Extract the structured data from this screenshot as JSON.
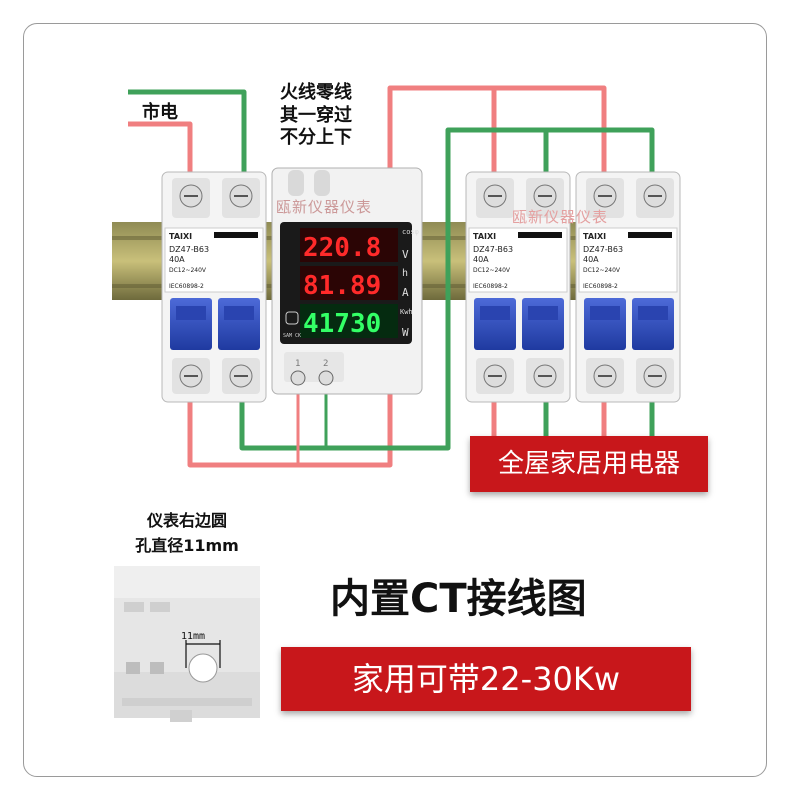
{
  "notes": {
    "top_lines": [
      "火线零线",
      "其一穿过",
      "不分上下"
    ],
    "mains": "市电",
    "hole_lines": [
      "仪表右边圆",
      "孔直径11mm"
    ],
    "hole_dim": "11mm"
  },
  "watermark": "瓯新仪器仪表",
  "meter": {
    "voltage": "220.8",
    "current": "81.89",
    "energy": "41730",
    "unit_v": "V",
    "unit_a": "A",
    "unit_w": "W",
    "unit_h": "h",
    "unit_kwh": "Kwh",
    "unit_cos": "cosφ",
    "terminal_1": "1",
    "terminal_2": "2",
    "button_label": "SAM CK"
  },
  "breaker": {
    "brand": "TAIXI",
    "model": "DZ47-B63",
    "rating": "40A",
    "spec": "DC12~240V",
    "standard": "IEC60898-2"
  },
  "banners": {
    "house": "全屋家居用电器",
    "title": "内置CT接线图",
    "power": "家用可带22-30Kw"
  },
  "colors": {
    "live_wire": "#f07f80",
    "neutral_wire": "#3fa15a",
    "banner_red": "#c8171b",
    "meter_red": "#ff2a2a",
    "meter_green": "#33ff66"
  }
}
